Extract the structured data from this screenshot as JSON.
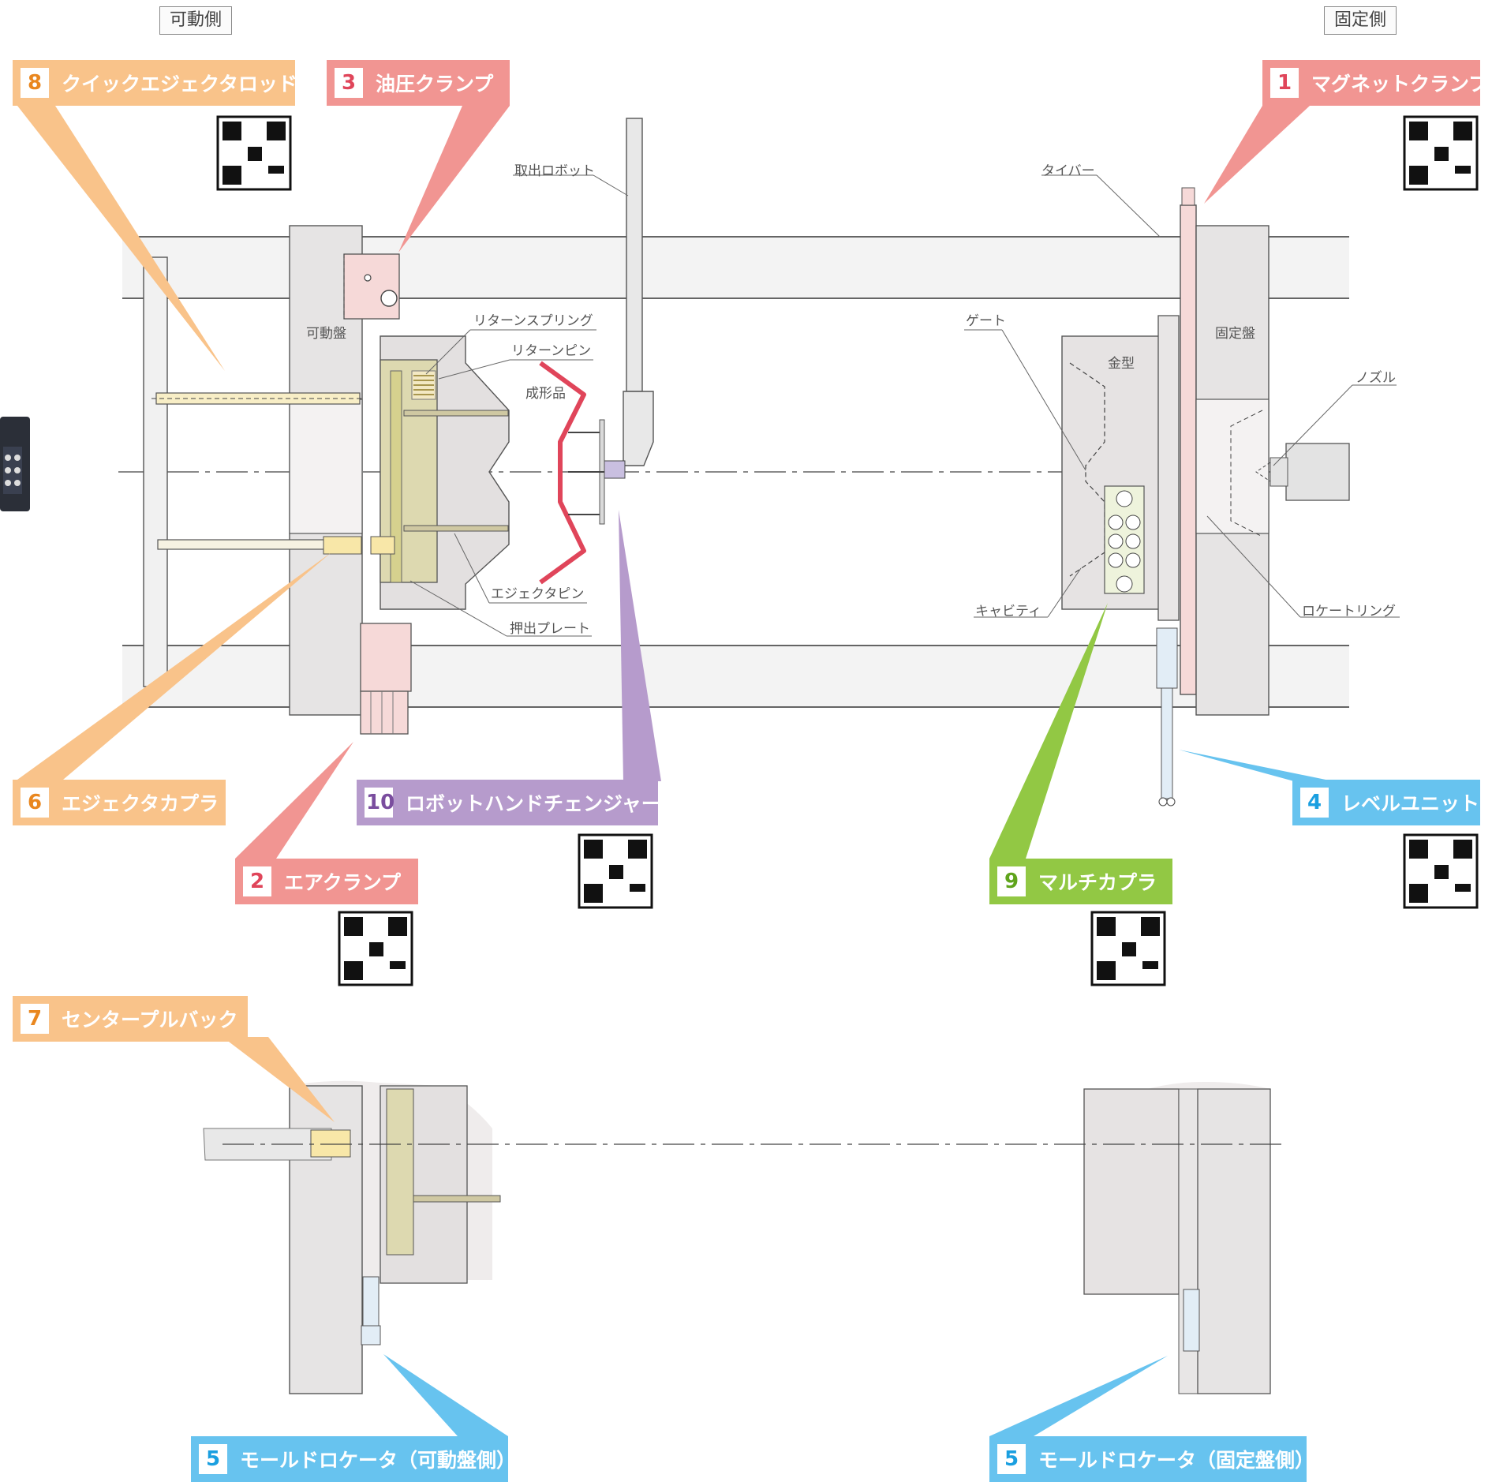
{
  "side_tags": {
    "movable": "可動側",
    "fixed": "固定側"
  },
  "callouts": [
    {
      "id": "c8",
      "num": "8",
      "text": "クイックエジェクタロッド",
      "color": "orange"
    },
    {
      "id": "c3",
      "num": "3",
      "text": "油圧クランプ",
      "color": "pink"
    },
    {
      "id": "c1",
      "num": "1",
      "text": "マグネットクランプ",
      "color": "pink"
    },
    {
      "id": "c6",
      "num": "6",
      "text": "エジェクタカプラ",
      "color": "orange"
    },
    {
      "id": "c10",
      "num": "10",
      "text": "ロボットハンドチェンジャー",
      "color": "purple"
    },
    {
      "id": "c4",
      "num": "4",
      "text": "レベルユニット",
      "color": "blue"
    },
    {
      "id": "c2",
      "num": "2",
      "text": "エアクランプ",
      "color": "pink"
    },
    {
      "id": "c9",
      "num": "9",
      "text": "マルチカプラ",
      "color": "green"
    },
    {
      "id": "c7",
      "num": "7",
      "text": "センタープルバック",
      "color": "orange"
    },
    {
      "id": "c5a",
      "num": "5",
      "text": "モールドロケータ（可動盤側）",
      "color": "blue"
    },
    {
      "id": "c5b",
      "num": "5",
      "text": "モールドロケータ（固定盤側）",
      "color": "blue"
    }
  ],
  "part_labels": {
    "robot": "取出ロボット",
    "tiebar": "タイバー",
    "return_spring": "リターンスプリング",
    "return_pin": "リターンピン",
    "molded_product": "成形品",
    "movable_platen": "可動盤",
    "mold": "金型",
    "fixed_platen": "固定盤",
    "gate": "ゲート",
    "nozzle": "ノズル",
    "ejector_pin": "エジェクタピン",
    "ejector_plate": "押出プレート",
    "cavity": "キャビティ",
    "locate_ring": "ロケートリング"
  },
  "colors": {
    "orange": "#f9c38a",
    "pink": "#f19592",
    "purple": "#b69bcc",
    "blue": "#67c3ef",
    "green": "#92c844",
    "product_red": "#e0455a"
  }
}
